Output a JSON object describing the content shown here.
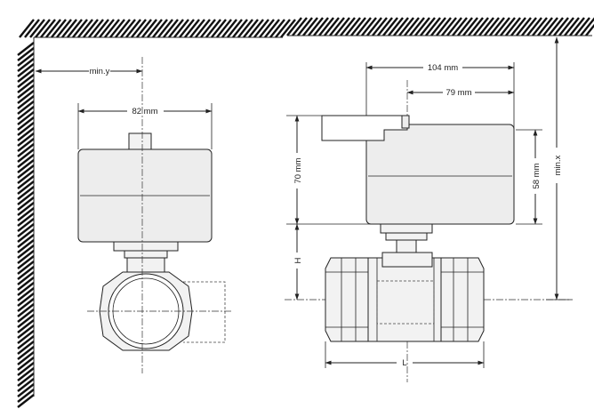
{
  "left_view": {
    "min_y_label": "min.y",
    "width_82_label": "82 mm"
  },
  "right_view": {
    "width_104_label": "104 mm",
    "width_79_label": "79 mm",
    "height_70_label": "70 mm",
    "height_58_label": "58 mm",
    "h_label": "H",
    "min_x_label": "min.x",
    "l_label": "L"
  }
}
